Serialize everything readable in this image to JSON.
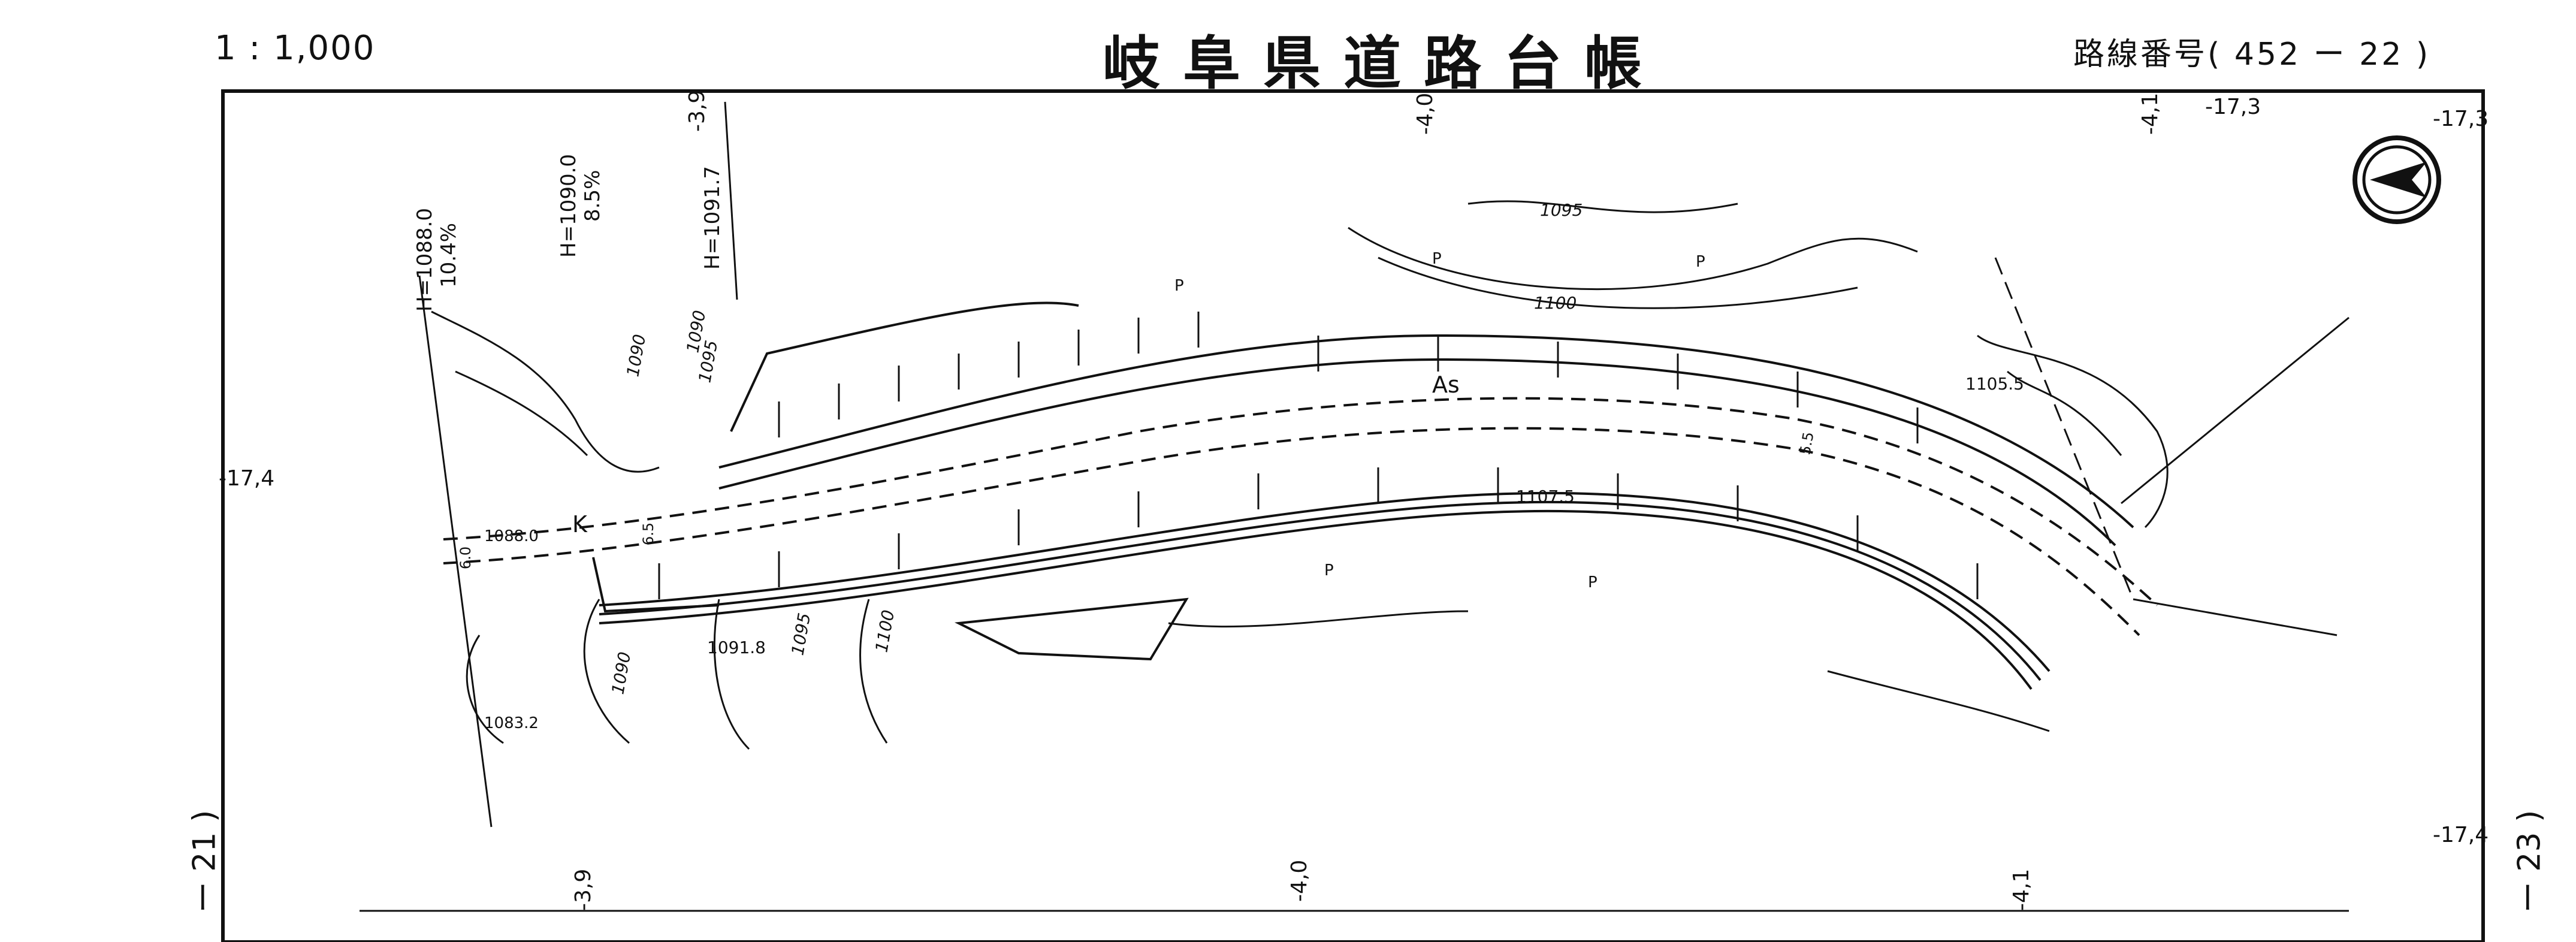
{
  "header": {
    "scale": "1 : 1,000",
    "title": "岐阜県道路台帳",
    "route_label": "路線番号",
    "route_number": "( 452 ー 22 )"
  },
  "page_numbers": {
    "left": "ー 21 )",
    "right": "ー 23 )"
  },
  "map": {
    "top_markers": [
      "-3,9",
      "-4,0",
      "-4,1",
      "-17,3",
      "-17,3"
    ],
    "bottom_markers": [
      "-3,9",
      "-4,0",
      "-4,1"
    ],
    "side_markers": [
      "-17,4",
      "-17,4"
    ],
    "curve_data": [
      {
        "h": "H=1088.0",
        "g": "10.4%"
      },
      {
        "h": "H=1090.0",
        "g": "8.5%"
      },
      {
        "h": "H=1091.7",
        "g": ""
      }
    ],
    "contour_labels": [
      "1095",
      "1100",
      "1095",
      "1090",
      "1095",
      "1090",
      "1100",
      "1090"
    ],
    "spot_heights": [
      "1105.5",
      "1107.5",
      "1088.0",
      "1091.8",
      "1083.2"
    ],
    "road_labels": [
      "As",
      "K"
    ],
    "widths": [
      "5.5",
      "6.5",
      "6.0"
    ],
    "symbols": [
      "P",
      "P",
      "P",
      "P",
      "P"
    ],
    "compass": "north-arrow"
  }
}
